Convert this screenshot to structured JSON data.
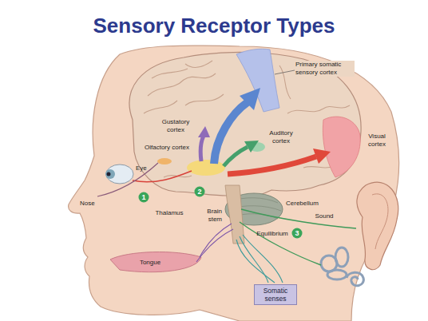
{
  "diagram": {
    "title": "Sensory Receptor Types",
    "nodes": [
      {
        "text": [
          "1"
        ]
      },
      {
        "text": [
          "2"
        ]
      },
      {
        "text": [
          "3"
        ]
      },
      {
        "text": [
          "Somatic senses"
        ]
      }
    ],
    "labels": [
      "Primary somatic sensory cortex",
      "Gustatory cortex",
      "Olfactory cortex",
      "Auditory cortex",
      "Visual cortex",
      "Eye",
      "Nose",
      "Thalamus",
      "Brain stem",
      "Cerebellum",
      "Sound",
      "Equilibrium",
      "Tongue"
    ]
  }
}
